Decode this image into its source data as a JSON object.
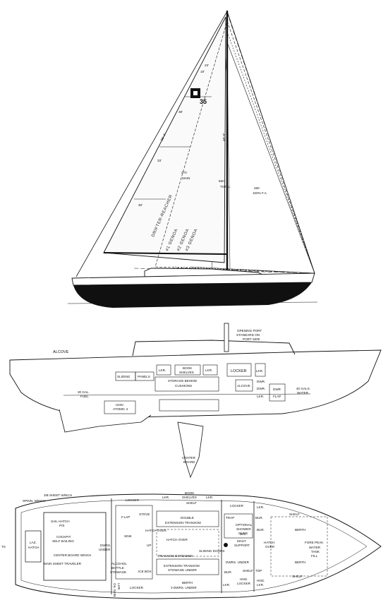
{
  "logo": {
    "number": "35"
  },
  "sail_plan": {
    "dims": {
      "masthead_a": "23'",
      "masthead_b": "19'",
      "luff_i": "48'-9\"",
      "leech": "38'-4\"",
      "p": "38'",
      "j_a": "33'",
      "j_b": "30'",
      "main": "270",
      "main_unit": "MAIN",
      "total": "550",
      "total_unit": "TOTAL",
      "fore_area": "280",
      "fore_pct": "100% F.A."
    },
    "sails": {
      "drifter": "DRIFTER-REACHER",
      "genoa1": "#1 GENOA",
      "genoa2": "#2 GENOA",
      "genoa3": "#3 GENOA"
    }
  },
  "profile": {
    "alcove_aft": "ALCOVE",
    "opening_port": "OPENING PORT",
    "opening_port_2": "STANDARD ON",
    "opening_port_3": "PORT SIDE",
    "fuel": "30 GAL.",
    "fuel_2": "FUEL",
    "engine": "UNIV.",
    "engine_2": "ATOMIC 4",
    "sliding": "SLIDING",
    "panels": "PANELS",
    "lkr_a": "LKR.",
    "book": "BOOK",
    "shelves": "SHELVES",
    "lkr_b": "LKR.",
    "storage": "STORAGE BEHIND",
    "cushions": "CUSHIONS",
    "locker": "LOCKER",
    "lkr_c": "LKR.",
    "alcove_fwd": "ALCOVE",
    "dwr_a": "DWR.",
    "dwr_b": "DWR.",
    "lkr_d": "LKR.",
    "dwr": "DWR",
    "flap": "FLAP",
    "water": "40 GALS.",
    "water_2": "WATER",
    "centerboard": "CENTER",
    "centerboard_2": "BOARD"
  },
  "plan": {
    "jib_winch": "JIB SHEET WINCH",
    "spinn_winch": "SPINN. WINCH",
    "ts": "TS",
    "laz": "LAZ.",
    "laz_2": "HATCH",
    "sail_hatch": "SAIL HATCH",
    "sail_hatch_2": "P/S",
    "cockpit": "COCKPIT",
    "cockpit_2": "SELF BAILING",
    "cb_winch": "CENTER BOARD WINCH",
    "traveler": "MAIN SHEET TRAVELER",
    "locker_a": "LOCKER",
    "lkr_a": "LKR.",
    "book": "BOOK",
    "book_2": "SHELVES",
    "lkr_b": "LKR.",
    "shelf_a": "SHELF",
    "flap": "F.LAP",
    "stove": "STOVE",
    "sink": "SINK",
    "double": "DOUBLE",
    "double_2": "EXTENSION TRANSOM",
    "hatch_over_a": "HATCH OVER",
    "hatch_over_b": "HATCH OVER",
    "up": "UP",
    "dwrs_under_a": "DWRS.",
    "dwrs_under_a2": "UNDER",
    "alcohol": "ALCOHOL",
    "alcohol_2": "BOTTLE",
    "alcohol_3": "STOWAGE",
    "transom": "TRANSOM EXTENDED",
    "ice_box": "ICE BOX",
    "ext_transom": "EXTENSION TRANSOM",
    "ext_transom_2": "STOWAGE UNDER",
    "locker_b": "LOCKER",
    "oil_skin": "OIL SKIN",
    "oil_skin_2": "LKR.",
    "locker_c": "LOCKER",
    "trap": "TRAP",
    "wc": "W.C.",
    "optional": "OPTIONAL",
    "optional_2": "SHOWER",
    "optional_3": "OVER",
    "bur_a": "BUR.",
    "bur_b": "BUR.",
    "mast": "MAST",
    "mast_2": "SUPPORT",
    "sliding_doors": "SLIDING DOORS",
    "dwrs_under_b": "DWRS. UNDER",
    "shelf_b": "SHELF",
    "top": "TOP",
    "bur_c": "BUR.",
    "berth_a": "BERTH",
    "berth_a2": "3 DWRS. UNDER",
    "lkr_c": "LKR.",
    "hng": "HNG.",
    "hng_2": "LOCKER",
    "hng_b": "HNG.",
    "hng_b2": "LKR.",
    "lkr_d": "LKR.",
    "hatch_over_c": "HATCH",
    "hatch_over_c2": "OVER",
    "shelf_c": "SHELF",
    "berth_b": "BERTH",
    "fore_peak": "FORE PEAK",
    "water_tank": "WATER",
    "water_tank_2": "TANK",
    "water_tank_3": "FILL",
    "berth_c": "BERTH",
    "shelf_d": "SHELF"
  }
}
